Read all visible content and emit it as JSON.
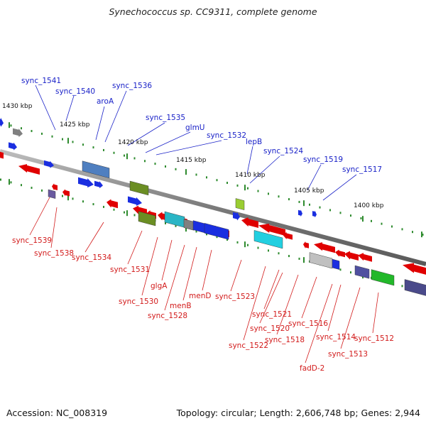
{
  "title": "Synechococcus sp. CC9311, complete genome",
  "footer": {
    "accession": "Accession: NC_008319",
    "topology": "Topology: circular; Length: 2,606,748 bp; Genes: 2,944"
  },
  "colors": {
    "forward_label": "#1a22c8",
    "reverse_label": "#d21a1a",
    "backbone": "#808080",
    "tick": "#2e8b2e"
  },
  "ruler": [
    "1430 kbp",
    "1425 kbp",
    "1420 kbp",
    "1415 kbp",
    "1410 kbp",
    "1405 kbp",
    "1400 kbp"
  ],
  "forward_genes": [
    "sync_1541",
    "sync_1540",
    "aroA",
    "sync_1536",
    "sync_1535",
    "glmU",
    "sync_1532",
    "lepB",
    "sync_1524",
    "sync_1519",
    "sync_1517"
  ],
  "reverse_genes": [
    "sync_1539",
    "sync_1538",
    "sync_1534",
    "sync_1531",
    "sync_1530",
    "glgA",
    "sync_1528",
    "menB",
    "menD",
    "sync_1523",
    "sync_1522",
    "sync_1521",
    "sync_1520",
    "sync_1518",
    "sync_1516",
    "fadD-2",
    "sync_1514",
    "sync_1513",
    "sync_1512"
  ]
}
